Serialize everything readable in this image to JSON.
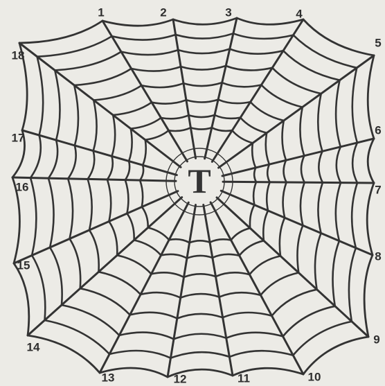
{
  "diagram": {
    "spoke_labels": [
      "1",
      "2",
      "3",
      "4",
      "5",
      "6",
      "7",
      "8",
      "9",
      "10",
      "11",
      "12",
      "13",
      "14",
      "15",
      "16",
      "17",
      "18"
    ],
    "center_letter": "T",
    "ink_color": "#333333",
    "paper_color": "#ecebe6"
  }
}
